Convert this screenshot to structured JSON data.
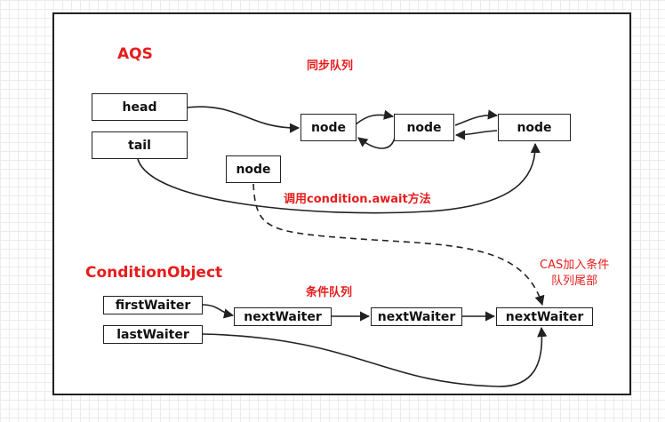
{
  "aqs": {
    "title": "AQS",
    "sync_queue_label": "同步队列",
    "head_label": "head",
    "tail_label": "tail",
    "node_labels": [
      "node",
      "node",
      "node"
    ],
    "waiting_node_label": "node",
    "await_label": "调用condition.await方法"
  },
  "condition": {
    "title": "ConditionObject",
    "queue_label": "条件队列",
    "first_waiter_label": "firstWaiter",
    "last_waiter_label": "lastWaiter",
    "next_waiter_labels": [
      "nextWaiter",
      "nextWaiter",
      "nextWaiter"
    ],
    "cas_note_line1": "CAS加入条件",
    "cas_note_line2": "队列尾部"
  },
  "colors": {
    "accent": "#e61c1c",
    "line": "#222222"
  }
}
